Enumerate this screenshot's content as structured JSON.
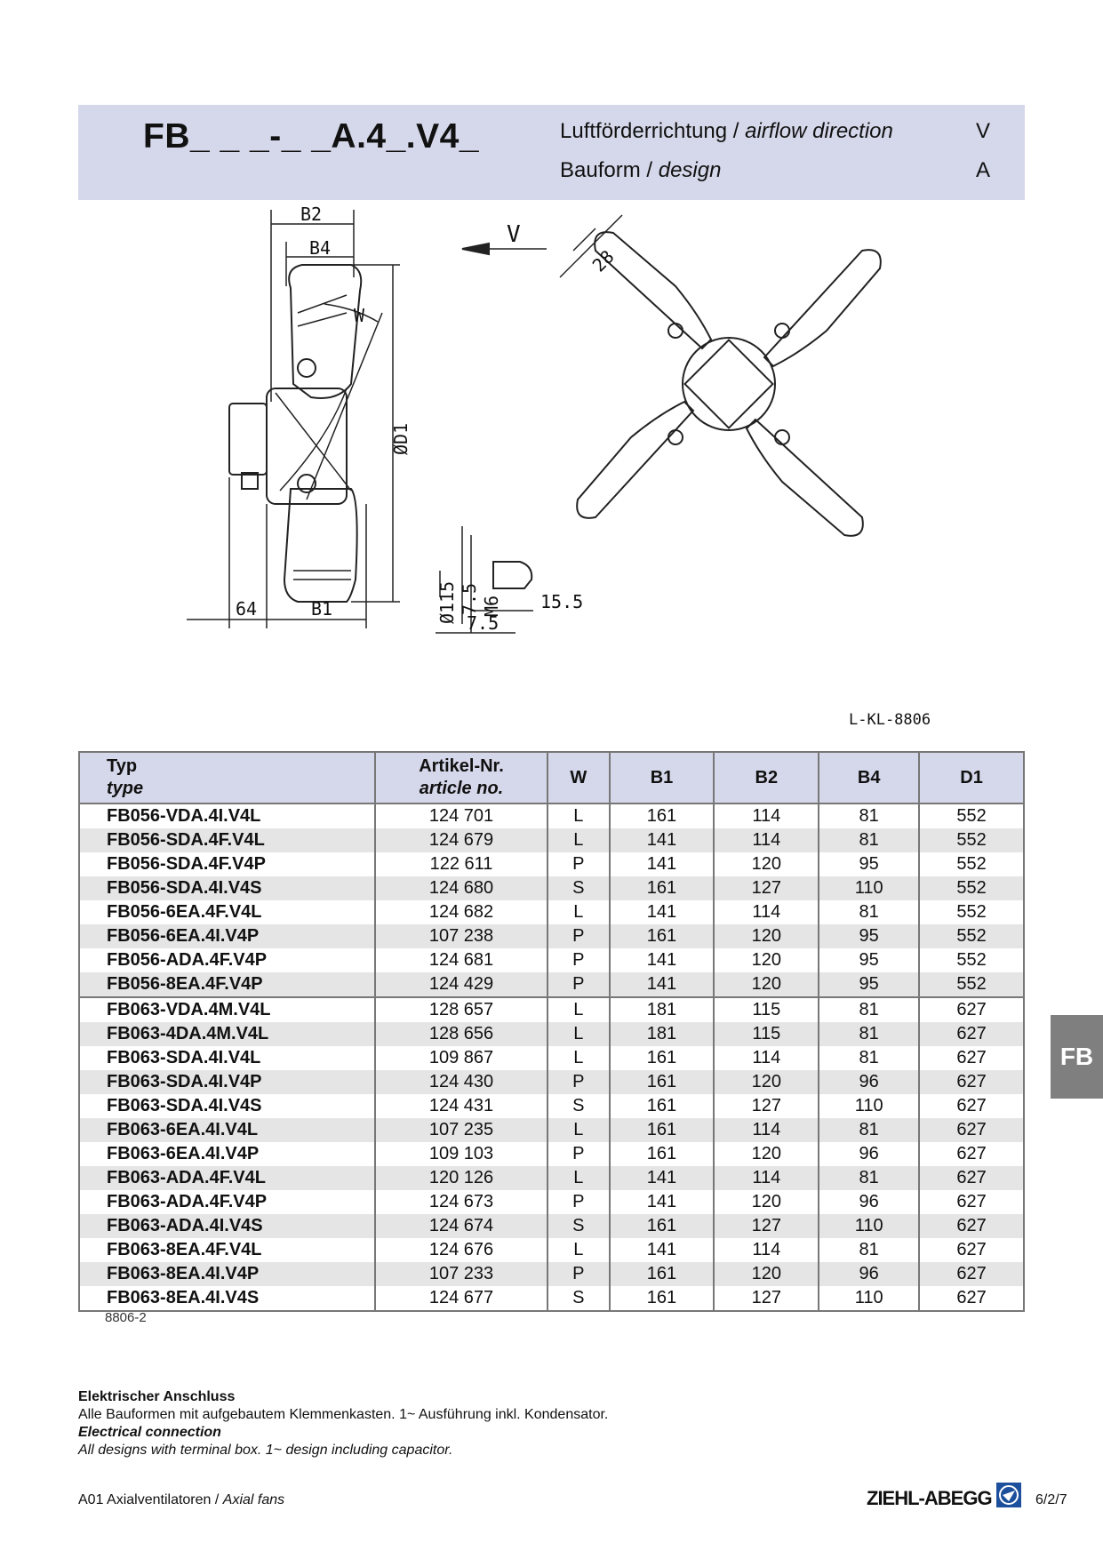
{
  "header": {
    "model_code": "FB_ _ _-_ _A.4_.V4_",
    "rows": [
      {
        "label_de": "Luftförderrichtung / ",
        "label_en": "airflow direction",
        "value": "V"
      },
      {
        "label_de": "Bauform  / ",
        "label_en": "design",
        "value": "A"
      }
    ]
  },
  "drawing": {
    "labels": {
      "b2": "B2",
      "b4": "B4",
      "w": "W",
      "d1": "ØD1",
      "dim64": "64",
      "b1": "B1",
      "v": "V",
      "dim28": "28",
      "d115": "Ø115",
      "dim7_5a": "7.5",
      "m6": "M6",
      "dim15_5": "15.5",
      "dim7_5b": "7.5"
    },
    "code": "L-KL-8806"
  },
  "table": {
    "headers": {
      "type_de": "Typ",
      "type_en": "type",
      "art_de": "Artikel-Nr.",
      "art_en": "article no.",
      "w": "W",
      "b1": "B1",
      "b2": "B2",
      "b4": "B4",
      "d1": "D1"
    },
    "rows": [
      {
        "type": "FB056-VDA.4I.V4L",
        "art": "124 701",
        "w": "L",
        "b1": "161",
        "b2": "114",
        "b4": "81",
        "d1": "552"
      },
      {
        "type": "FB056-SDA.4F.V4L",
        "art": "124 679",
        "w": "L",
        "b1": "141",
        "b2": "114",
        "b4": "81",
        "d1": "552"
      },
      {
        "type": "FB056-SDA.4F.V4P",
        "art": "122 611",
        "w": "P",
        "b1": "141",
        "b2": "120",
        "b4": "95",
        "d1": "552"
      },
      {
        "type": "FB056-SDA.4I.V4S",
        "art": "124 680",
        "w": "S",
        "b1": "161",
        "b2": "127",
        "b4": "110",
        "d1": "552"
      },
      {
        "type": "FB056-6EA.4F.V4L",
        "art": "124 682",
        "w": "L",
        "b1": "141",
        "b2": "114",
        "b4": "81",
        "d1": "552"
      },
      {
        "type": "FB056-6EA.4I.V4P",
        "art": "107 238",
        "w": "P",
        "b1": "161",
        "b2": "120",
        "b4": "95",
        "d1": "552"
      },
      {
        "type": "FB056-ADA.4F.V4P",
        "art": "124 681",
        "w": "P",
        "b1": "141",
        "b2": "120",
        "b4": "95",
        "d1": "552"
      },
      {
        "type": "FB056-8EA.4F.V4P",
        "art": "124 429",
        "w": "P",
        "b1": "141",
        "b2": "120",
        "b4": "95",
        "d1": "552"
      },
      {
        "type": "FB063-VDA.4M.V4L",
        "art": "128 657",
        "w": "L",
        "b1": "181",
        "b2": "115",
        "b4": "81",
        "d1": "627"
      },
      {
        "type": "FB063-4DA.4M.V4L",
        "art": "128 656",
        "w": "L",
        "b1": "181",
        "b2": "115",
        "b4": "81",
        "d1": "627"
      },
      {
        "type": "FB063-SDA.4I.V4L",
        "art": "109 867",
        "w": "L",
        "b1": "161",
        "b2": "114",
        "b4": "81",
        "d1": "627"
      },
      {
        "type": "FB063-SDA.4I.V4P",
        "art": "124 430",
        "w": "P",
        "b1": "161",
        "b2": "120",
        "b4": "96",
        "d1": "627"
      },
      {
        "type": "FB063-SDA.4I.V4S",
        "art": "124 431",
        "w": "S",
        "b1": "161",
        "b2": "127",
        "b4": "110",
        "d1": "627"
      },
      {
        "type": "FB063-6EA.4I.V4L",
        "art": "107 235",
        "w": "L",
        "b1": "161",
        "b2": "114",
        "b4": "81",
        "d1": "627"
      },
      {
        "type": "FB063-6EA.4I.V4P",
        "art": "109 103",
        "w": "P",
        "b1": "161",
        "b2": "120",
        "b4": "96",
        "d1": "627"
      },
      {
        "type": "FB063-ADA.4F.V4L",
        "art": "120 126",
        "w": "L",
        "b1": "141",
        "b2": "114",
        "b4": "81",
        "d1": "627"
      },
      {
        "type": "FB063-ADA.4F.V4P",
        "art": "124 673",
        "w": "P",
        "b1": "141",
        "b2": "120",
        "b4": "96",
        "d1": "627"
      },
      {
        "type": "FB063-ADA.4I.V4S",
        "art": "124 674",
        "w": "S",
        "b1": "161",
        "b2": "127",
        "b4": "110",
        "d1": "627"
      },
      {
        "type": "FB063-8EA.4F.V4L",
        "art": "124 676",
        "w": "L",
        "b1": "141",
        "b2": "114",
        "b4": "81",
        "d1": "627"
      },
      {
        "type": "FB063-8EA.4I.V4P",
        "art": "107 233",
        "w": "P",
        "b1": "161",
        "b2": "120",
        "b4": "96",
        "d1": "627"
      },
      {
        "type": "FB063-8EA.4I.V4S",
        "art": "124 677",
        "w": "S",
        "b1": "161",
        "b2": "127",
        "b4": "110",
        "d1": "627"
      }
    ],
    "code": "8806-2"
  },
  "side_tab": "FB",
  "notes": {
    "title_de": "Elektrischer Anschluss",
    "text_de": "Alle Bauformen mit aufgebautem Klemmenkasten. 1~ Ausführung inkl. Kondensator.",
    "title_en": "Electrical connection",
    "text_en": "All designs with terminal box. 1~ design including capacitor."
  },
  "footer": {
    "left_de": "A01 Axialventilatoren / ",
    "left_en": "Axial fans",
    "brand": "ZIEHL-ABEGG",
    "page": "6/2/7"
  },
  "colors": {
    "header_band": "#d5d8ea",
    "row_alt": "#e5e5e5",
    "side_tab": "#7f7f7f"
  }
}
